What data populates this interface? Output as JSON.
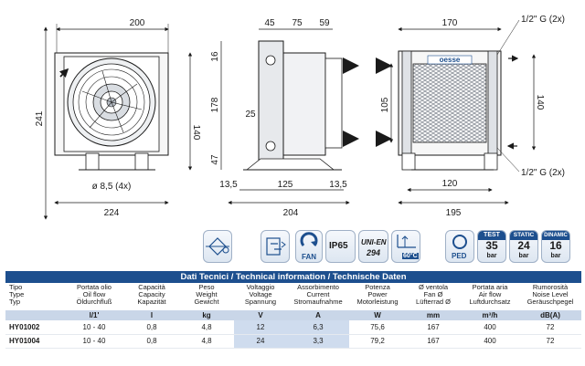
{
  "drawing": {
    "left_view": {
      "width_top": "200",
      "width_bottom": "224",
      "height_left": "241",
      "height_right": "140",
      "hole_note": "ø 8,5 (4x)"
    },
    "middle_view": {
      "dims_top": [
        "45",
        "75",
        "59"
      ],
      "dims_left": [
        "16",
        "178",
        "47"
      ],
      "dim_inner": "25",
      "dims_bottom_small": [
        "13,5",
        "125",
        "13,5"
      ],
      "total_bottom": "204"
    },
    "right_view": {
      "width_top": "170",
      "brand": "oesse",
      "port_top": "1/2\" G (2x)",
      "port_bottom": "1/2\" G (2x)",
      "height_left": "105",
      "height_right": "140",
      "width_mid": "120",
      "width_bottom": "195"
    }
  },
  "icons": {
    "fan": "FAN",
    "ip": "IP65",
    "uni_en_top": "UNI-EN",
    "uni_en_num": "294",
    "temp": "60°C",
    "ped": "PED",
    "test_label": "TEST",
    "test_value": "35",
    "test_unit": "bar",
    "static_label": "STATIC",
    "static_value": "24",
    "static_unit": "bar",
    "dynamic_label": "DINAMIC",
    "dynamic_value": "16",
    "dynamic_unit": "bar"
  },
  "table": {
    "title": "Dati Tecnici / Technical information / Technische Daten",
    "headers": [
      [
        "Tipo",
        "Type",
        "Typ"
      ],
      [
        "Portata olio",
        "Oil flow",
        "Öldurchfluß"
      ],
      [
        "Capacità",
        "Capacity",
        "Kapazität"
      ],
      [
        "Peso",
        "Weight",
        "Gewicht"
      ],
      [
        "Voltaggio",
        "Voltage",
        "Spannung"
      ],
      [
        "Assorbimento",
        "Current",
        "Stromaufnahme"
      ],
      [
        "Potenza",
        "Power",
        "Motorleistung"
      ],
      [
        "Ø ventola",
        "Fan Ø",
        "Lüfterrad Ø"
      ],
      [
        "Portata aria",
        "Air flow",
        "Luftdurchsatz"
      ],
      [
        "Rumorosità",
        "Noise Level",
        "Geräuschpegel"
      ]
    ],
    "units": [
      "",
      "l/1'",
      "l",
      "kg",
      "V",
      "A",
      "W",
      "mm",
      "m³/h",
      "dB(A)"
    ],
    "rows": [
      [
        "HY01002",
        "10 - 40",
        "0,8",
        "4,8",
        "12",
        "6,3",
        "75,6",
        "167",
        "400",
        "72"
      ],
      [
        "HY01004",
        "10 - 40",
        "0,8",
        "4,8",
        "24",
        "3,3",
        "79,2",
        "167",
        "400",
        "72"
      ]
    ]
  }
}
